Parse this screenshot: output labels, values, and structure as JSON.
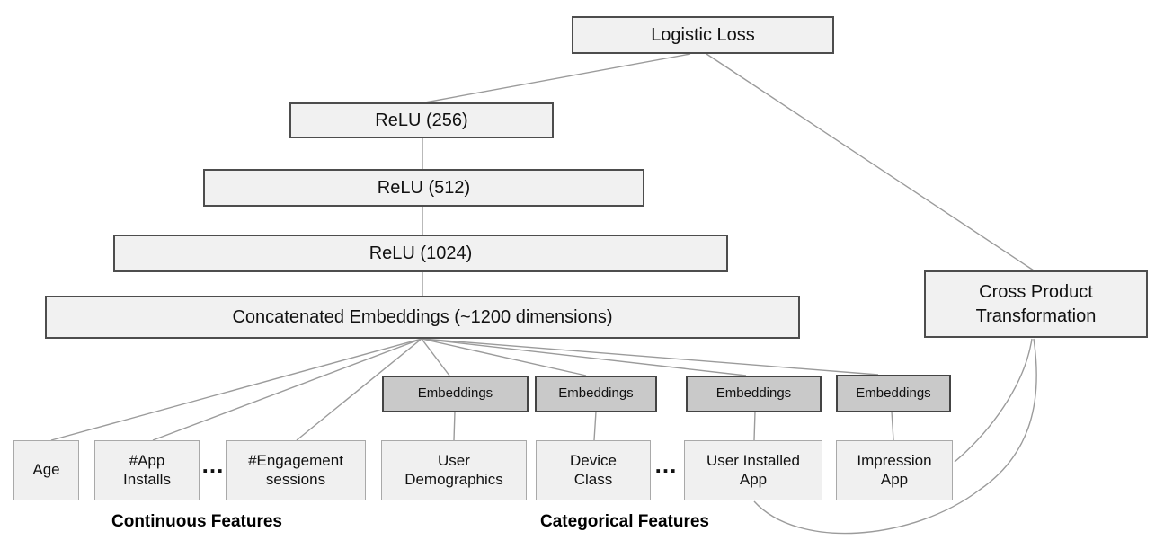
{
  "nodes": {
    "logistic_loss": "Logistic Loss",
    "relu_256": "ReLU (256)",
    "relu_512": "ReLU (512)",
    "relu_1024": "ReLU (1024)",
    "concatenated_embeddings": "Concatenated Embeddings (~1200 dimensions)",
    "embeddings_1": "Embeddings",
    "embeddings_2": "Embeddings",
    "embeddings_3": "Embeddings",
    "embeddings_4": "Embeddings",
    "cross_product": "Cross Product\nTransformation",
    "age": "Age",
    "app_installs": "#App\nInstalls",
    "engagement_sessions": "#Engagement\nsessions",
    "user_demographics": "User\nDemographics",
    "device_class": "Device\nClass",
    "user_installed_app": "User Installed\nApp",
    "impression_app": "Impression\nApp"
  },
  "ellipsis": {
    "continuous": "...",
    "categorical": "..."
  },
  "group_labels": {
    "continuous": "Continuous Features",
    "categorical": "Categorical Features"
  },
  "colors": {
    "background": "#ffffff",
    "node_fill": "#f1f1f1",
    "node_border": "#4d4d4d",
    "embedding_fill": "#c9c9c9",
    "embedding_border": "#444444",
    "feature_fill": "#f0f0f0",
    "feature_border": "#a9a9a9",
    "connector": "#9b9b9b",
    "text": "#111111"
  }
}
